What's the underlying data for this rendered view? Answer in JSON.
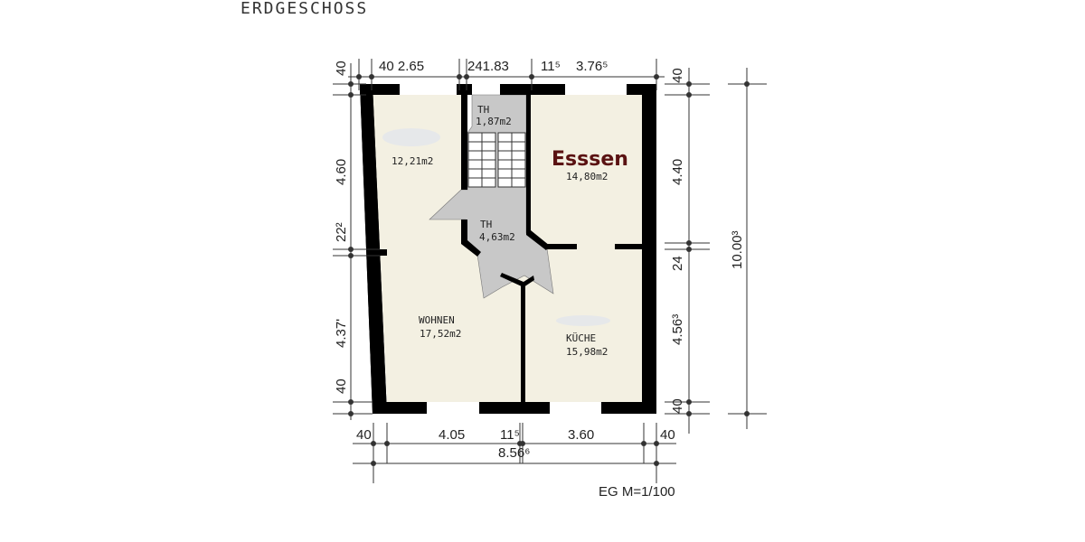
{
  "title": "ERDGESCHOSS",
  "scale_label": "EG M=1/100",
  "colors": {
    "room_fill": "#f3f0e2",
    "hall_fill": "#c8c8c8",
    "wall": "#000000",
    "accent_label": "#5a1212"
  },
  "rooms": [
    {
      "name": "",
      "area": "12,21m2"
    },
    {
      "name": "TH",
      "area": "1,87m2"
    },
    {
      "name": "Esssen",
      "area": "14,80m2"
    },
    {
      "name": "TH",
      "area": "4,63m2"
    },
    {
      "name": "WOHNEN",
      "area": "17,52m2"
    },
    {
      "name": "KÜCHE",
      "area": "15,98m2"
    }
  ],
  "dims": {
    "top": [
      "40",
      "40 2.65",
      "241.83",
      "11⁵",
      "3.76⁵"
    ],
    "left": [
      "4.60",
      "22²",
      "4.37'",
      "40"
    ],
    "right": [
      "40",
      "4.40",
      "24",
      "4.56³",
      "40"
    ],
    "total_height": "10.00³",
    "bottom": [
      "40",
      "4.05",
      "11⁵",
      "3.60",
      "40"
    ],
    "total_width": "8.56⁶"
  }
}
